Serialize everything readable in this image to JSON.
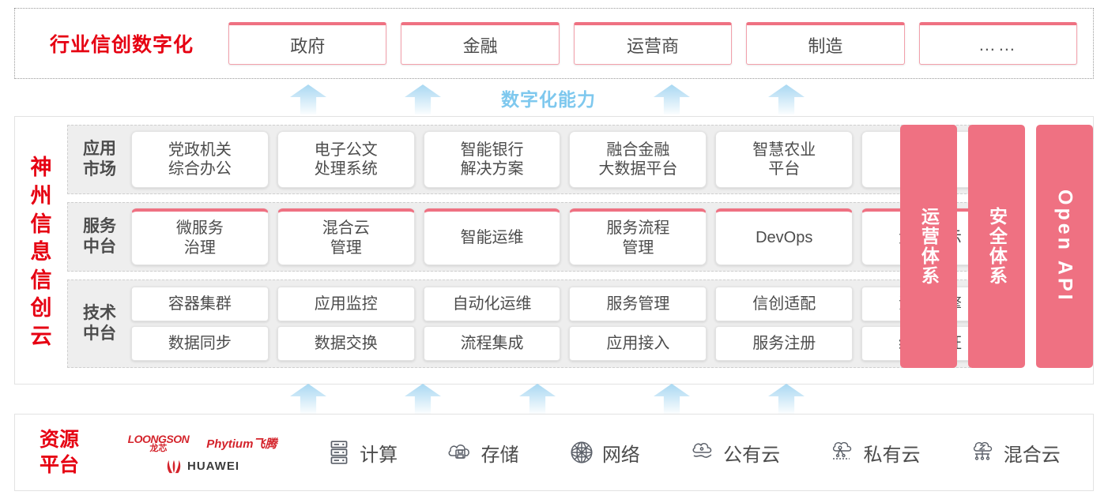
{
  "industry": {
    "title": "行业信创数字化",
    "tabs": [
      {
        "label": "政府",
        "name": "industry-tab-government"
      },
      {
        "label": "金融",
        "name": "industry-tab-finance"
      },
      {
        "label": "运营商",
        "name": "industry-tab-carrier"
      },
      {
        "label": "制造",
        "name": "industry-tab-manufacturing"
      },
      {
        "label": "……",
        "name": "industry-tab-more"
      }
    ]
  },
  "capability": {
    "label": "数字化能力"
  },
  "cloud": {
    "title": "神州信息信创云",
    "title_chars": [
      "神",
      "州",
      "信",
      "息",
      "信",
      "创",
      "云"
    ],
    "layers": [
      {
        "key": "app-market",
        "label": "应用\n市场",
        "label_line1": "应用",
        "label_line2": "市场",
        "cards": [
          {
            "line1": "党政机关",
            "line2": "综合办公"
          },
          {
            "line1": "电子公文",
            "line2": "处理系统"
          },
          {
            "line1": "智能银行",
            "line2": "解决方案"
          },
          {
            "line1": "融合金融",
            "line2": "大数据平台"
          },
          {
            "line1": "智慧农业",
            "line2": "平台"
          },
          {
            "line1": "……",
            "line2": ""
          }
        ]
      },
      {
        "key": "service-platform",
        "label_line1": "服务",
        "label_line2": "中台",
        "cards": [
          {
            "line1": "微服务",
            "line2": "治理"
          },
          {
            "line1": "混合云",
            "line2": "管理"
          },
          {
            "line1": "智能运维",
            "line2": ""
          },
          {
            "line1": "服务流程",
            "line2": "管理"
          },
          {
            "line1": "DevOps",
            "line2": ""
          },
          {
            "line1": "大屏展示",
            "line2": ""
          }
        ]
      },
      {
        "key": "tech-platform",
        "label_line1": "技术",
        "label_line2": "中台",
        "row1": [
          "容器集群",
          "应用监控",
          "自动化运维",
          "服务管理",
          "信创适配",
          "流程引擎"
        ],
        "row2": [
          "数据同步",
          "数据交换",
          "流程集成",
          "应用接入",
          "服务注册",
          "统一认证"
        ]
      }
    ],
    "pillars": [
      {
        "label": "运营体系",
        "name": "pillar-operations",
        "latin": false
      },
      {
        "label": "安全体系",
        "name": "pillar-security",
        "latin": false
      },
      {
        "label": "Open API",
        "name": "pillar-open-api",
        "latin": true
      }
    ]
  },
  "resource": {
    "title_line1": "资源",
    "title_line2": "平台",
    "vendors": [
      {
        "name": "loongson",
        "en": "LOONGSON",
        "cn": "龙芯"
      },
      {
        "name": "phytium",
        "text": "Phytium飞腾"
      },
      {
        "name": "huawei",
        "text": "HUAWEI"
      }
    ],
    "items": [
      {
        "label": "计算",
        "icon": "server-rack-icon"
      },
      {
        "label": "存储",
        "icon": "cloud-storage-icon"
      },
      {
        "label": "网络",
        "icon": "network-globe-icon"
      },
      {
        "label": "公有云",
        "icon": "public-cloud-icon"
      },
      {
        "label": "私有云",
        "icon": "private-cloud-icon"
      },
      {
        "label": "混合云",
        "icon": "hybrid-cloud-icon"
      }
    ]
  },
  "colors": {
    "brand_red": "#e60012",
    "pillar_red": "#ef7182",
    "arrow_blue": "#a9d8f2",
    "panel_gray": "#eeeeee"
  },
  "arrows": {
    "upper_positions": [
      370,
      515,
      830,
      975
    ],
    "lower_positions": [
      370,
      515,
      660,
      830,
      975
    ]
  }
}
